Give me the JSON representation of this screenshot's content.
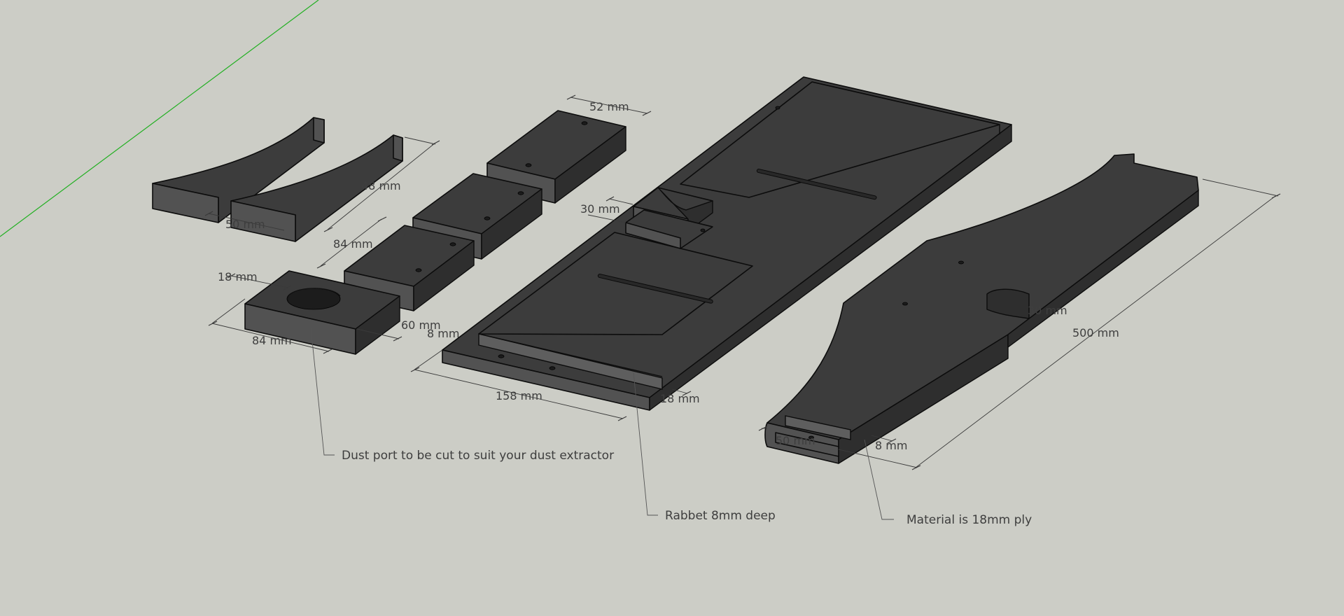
{
  "dimensions": {
    "d52": "52 mm",
    "d48": "48 mm",
    "d50": "50 mm",
    "d84_upper": "84 mm",
    "d18": "18 mm",
    "d84_lower": "84 mm",
    "d60": "60 mm",
    "d8_left": "8 mm",
    "d30": "30 mm",
    "d158": "158 mm",
    "d18_mid": "18 mm",
    "d500": "500 mm",
    "d30_right": "30 mm",
    "d50_right": "50 mm",
    "d8_right": "8 mm"
  },
  "notes": {
    "dust_port": "Dust port to be cut to suit your dust extractor",
    "rabbet": "Rabbet 8mm deep",
    "material": "Material is 18mm ply"
  },
  "colors": {
    "background": "#cccdc6",
    "axis_green": "#22b022",
    "part_top": "#3c3c3c",
    "part_side": "#525252"
  }
}
